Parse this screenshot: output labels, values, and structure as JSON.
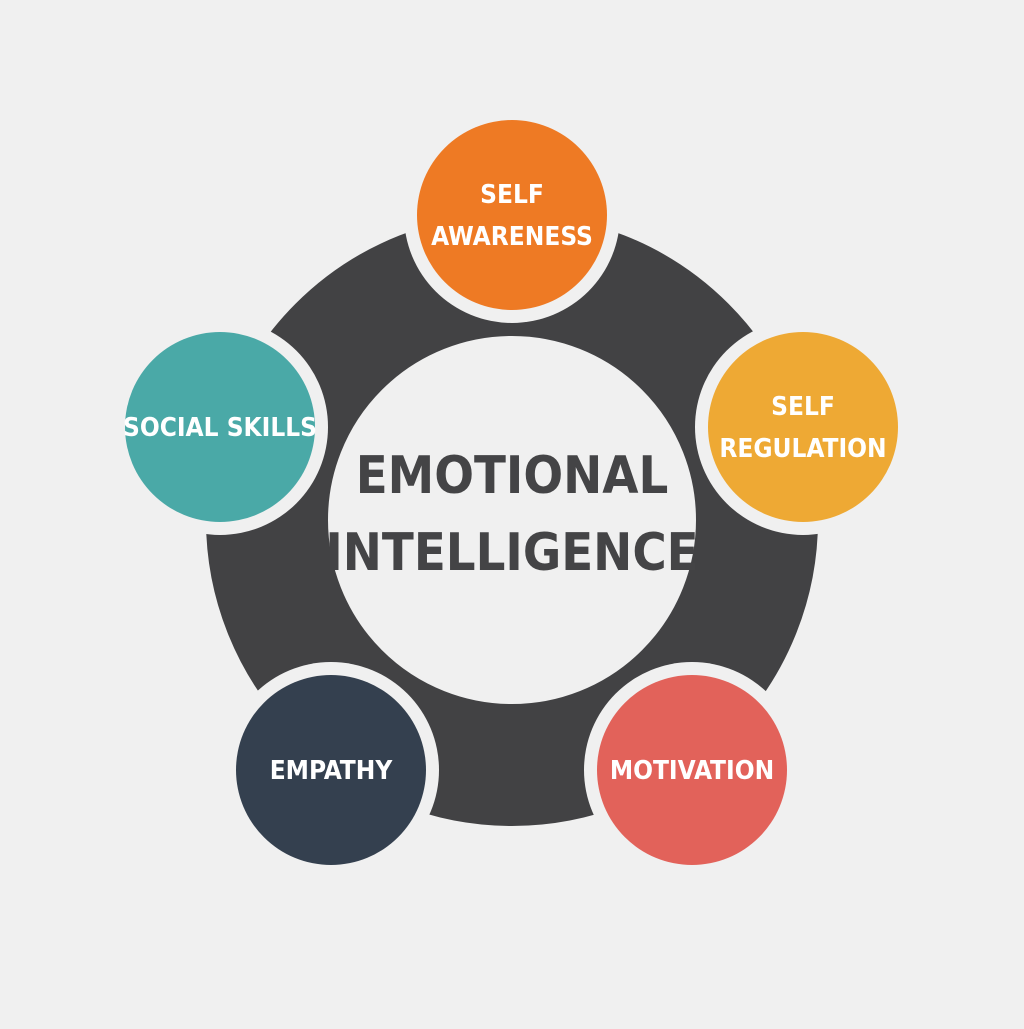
{
  "colors": {
    "background": "#f0f0f0",
    "ring": "#424244",
    "center_fill": "#f0f0f0",
    "center_text": "#444446",
    "node_text": "#ffffff"
  },
  "center": {
    "lines": [
      "EMOTIONAL",
      "INTELLIGENCE"
    ]
  },
  "nodes": [
    {
      "id": "self-awareness",
      "lines": [
        "SELF",
        "AWARENESS"
      ],
      "color": "#ee7a24"
    },
    {
      "id": "self-regulation",
      "lines": [
        "SELF",
        "REGULATION"
      ],
      "color": "#eea934"
    },
    {
      "id": "motivation",
      "lines": [
        "MOTIVATION"
      ],
      "color": "#e2625a"
    },
    {
      "id": "empathy",
      "lines": [
        "EMPATHY"
      ],
      "color": "#34404f"
    },
    {
      "id": "social-skills",
      "lines": [
        "SOCIAL SKILLS"
      ],
      "color": "#4aa9a7"
    }
  ]
}
